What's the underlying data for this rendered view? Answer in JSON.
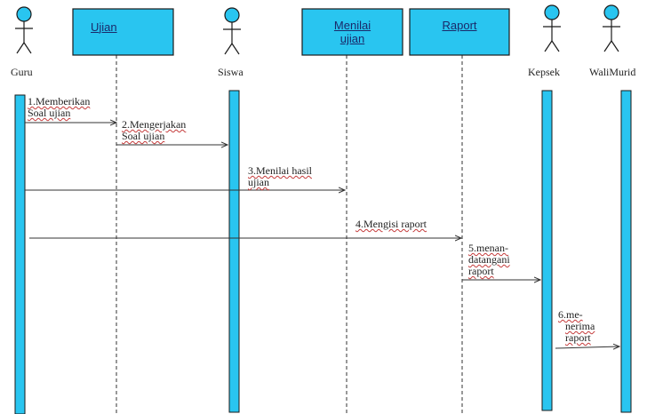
{
  "colors": {
    "fill": "#29c5f0",
    "stroke": "#1a1a1a",
    "lifeline": "#333333"
  },
  "participants": {
    "guru": "Guru",
    "ujian": "Ujian",
    "siswa": "Siswa",
    "menilai_ujian_1": "Menilai",
    "menilai_ujian_2": "ujian",
    "raport": "Raport",
    "kepsek": "Kepsek",
    "wali_murid": "WaliMurid"
  },
  "messages": {
    "m1_a": "1.Memberikan",
    "m1_b": "Soal ujian",
    "m2_a": "2.Mengerjakan",
    "m2_b": "Soal ujian",
    "m3_a": "3.Menilai hasil",
    "m3_b": "ujian",
    "m4_a": "4.Mengisi raport",
    "m5_a": "5.menan-",
    "m5_b": "datangani",
    "m5_c": "raport",
    "m6_a": "6.me-",
    "m6_b": "nerima",
    "m6_c": "raport"
  }
}
